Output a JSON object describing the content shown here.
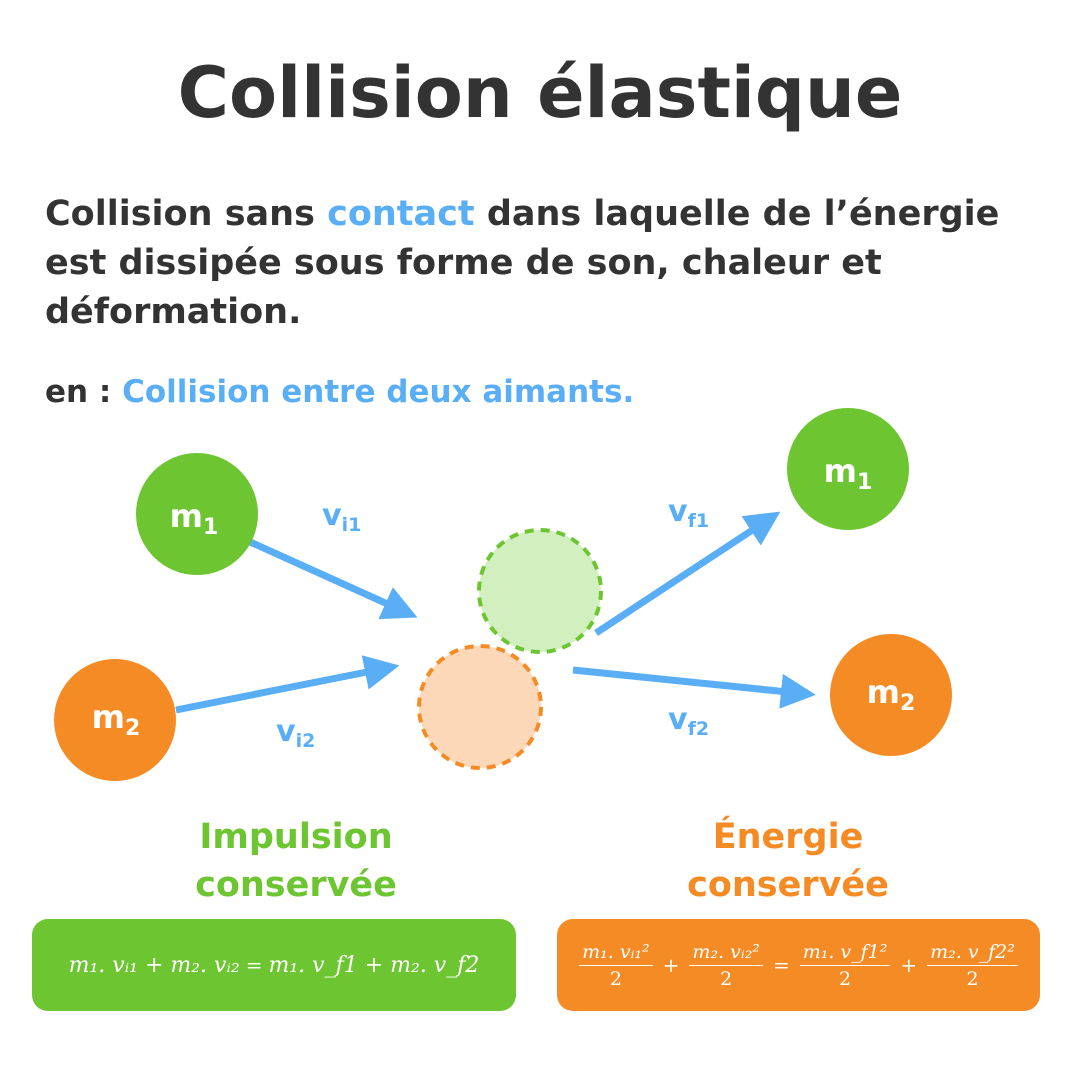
{
  "title": "Collision élastique",
  "description": {
    "part1": "Collision sans ",
    "highlight": "contact",
    "part2": " dans laquelle de l’énergie est dissipée sous forme de son, chaleur et déformation."
  },
  "example": {
    "prefix": "en : ",
    "text": "Collision entre deux aimants."
  },
  "diagram": {
    "mass1_label": "m",
    "mass1_sub": "1",
    "mass2_label": "m",
    "mass2_sub": "2",
    "v_label": "v",
    "vi1_sub": "i1",
    "vi2_sub": "i2",
    "vf1_sub": "f1",
    "vf2_sub": "f2"
  },
  "laws": {
    "momentum_line1": "Impulsion",
    "momentum_line2": "conservée",
    "energy_line1": "Énergie",
    "energy_line2": "conservée"
  },
  "formulas": {
    "momentum_lhs": "m₁. vᵢ₁ + m₂. vᵢ₂",
    "momentum_eq": "=",
    "momentum_rhs": "m₁. v_f1 + m₂. v_f2",
    "energy_t1_num": "m₁. vᵢ₁²",
    "energy_t2_num": "m₂. vᵢ₂²",
    "energy_t3_num": "m₁. v_f1²",
    "energy_t4_num": "m₂. v_f2²",
    "energy_den": "2",
    "plus": "+",
    "equals": "="
  },
  "colors": {
    "text": "#333333",
    "accent_blue": "#5aaef5",
    "green": "#6cc531",
    "green_light": "#d2efbf",
    "orange": "#f58b25",
    "orange_light": "#fdd8b8"
  }
}
